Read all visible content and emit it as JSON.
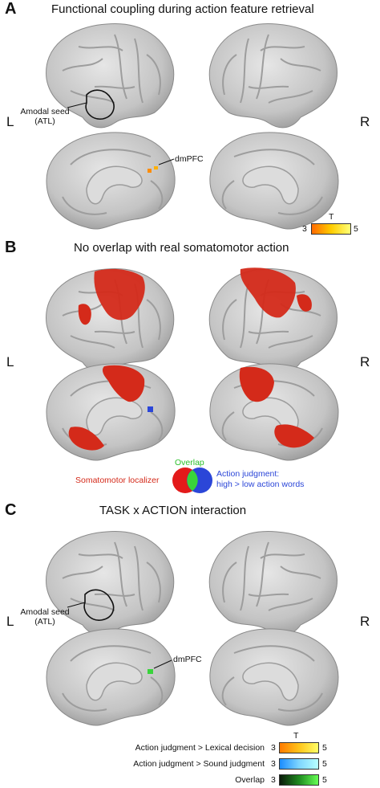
{
  "panels": {
    "a": {
      "letter": "A",
      "title": "Functional coupling during action feature retrieval",
      "left_label": "L",
      "right_label": "R",
      "seed_label": "Amodal seed",
      "seed_sub": "(ATL)",
      "region_label": "dmPFC",
      "scale": {
        "title": "T",
        "min": "3",
        "max": "5"
      }
    },
    "b": {
      "letter": "B",
      "title": "No overlap with real somatomotor action",
      "left_label": "L",
      "right_label": "R",
      "legend": {
        "somatomotor": "Somatomotor localizer",
        "overlap": "Overlap",
        "action_line1": "Action judgment:",
        "action_line2": "high > low action words"
      }
    },
    "c": {
      "letter": "C",
      "title": "TASK x ACTION interaction",
      "left_label": "L",
      "right_label": "R",
      "seed_label": "Amodal seed",
      "seed_sub": "(ATL)",
      "region_label": "dmPFC",
      "scale_title": "T",
      "legend_rows": [
        {
          "label": "Action judgment > Lexical decision",
          "min": "3",
          "max": "5"
        },
        {
          "label": "Action judgment > Sound judgment",
          "min": "3",
          "max": "5"
        },
        {
          "label": "Overlap",
          "min": "3",
          "max": "5"
        }
      ]
    }
  },
  "colors": {
    "brain": "#c8c8c8",
    "somatomotor": "#d42a1a",
    "action": "#2b46d8",
    "overlap": "#39d43b",
    "orange_scale": [
      "#ff7a00",
      "#ffd21a",
      "#ffff66"
    ],
    "blue_scale": [
      "#1a8cff",
      "#7fd6ff",
      "#b8ffff"
    ],
    "green_scale": [
      "#0a1a0a",
      "#1f8a1f",
      "#66ff55"
    ]
  }
}
